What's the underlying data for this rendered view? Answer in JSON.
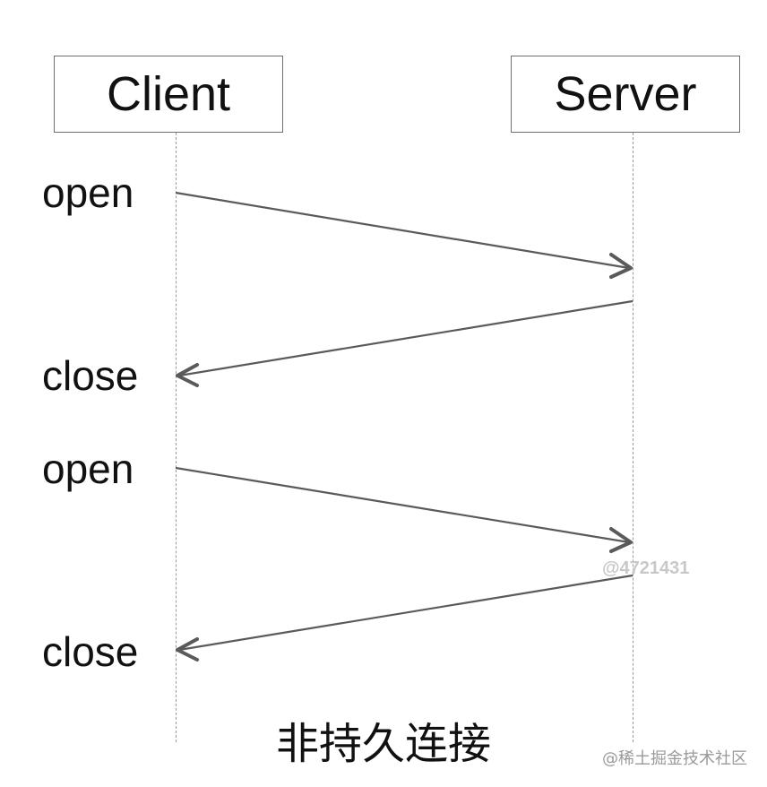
{
  "participants": {
    "client": "Client",
    "server": "Server"
  },
  "events": [
    {
      "label": "open",
      "direction": "client-to-server"
    },
    {
      "label": "close",
      "direction": "server-to-client"
    },
    {
      "label": "open",
      "direction": "client-to-server"
    },
    {
      "label": "close",
      "direction": "server-to-client"
    }
  ],
  "caption": "非持久连接",
  "watermarks": {
    "mid": "@4721431",
    "corner": "@稀土掘金技术社区"
  },
  "colors": {
    "arrow": "#5a5a5a",
    "box_border": "#6e6e6e",
    "lifeline": "#9a9a9a",
    "text": "#111111"
  }
}
